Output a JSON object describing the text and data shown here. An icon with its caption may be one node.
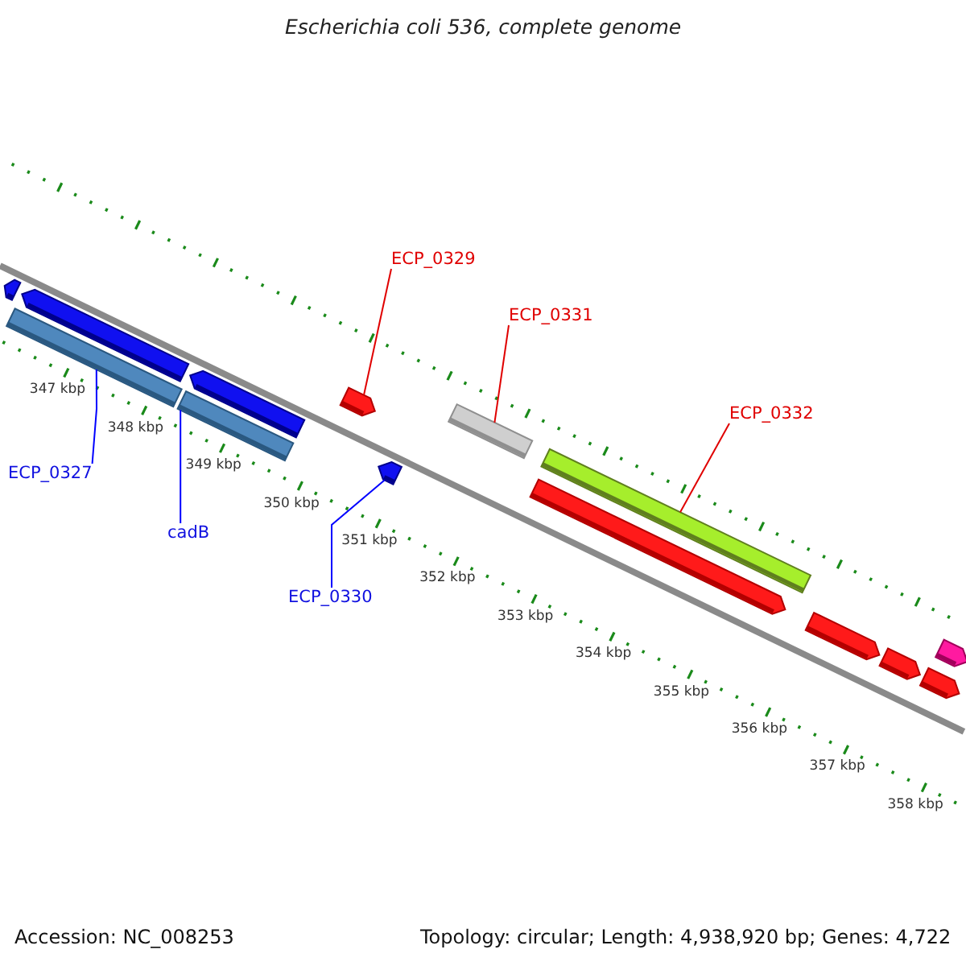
{
  "diagram": {
    "title": "Escherichia coli 536, complete genome",
    "nodes": [
      {
        "text": [
          "ECP_0329"
        ]
      },
      {
        "text": [
          "ECP_0331"
        ]
      },
      {
        "text": [
          "ECP_0332"
        ]
      },
      {
        "text": [
          "ECP_0327"
        ]
      },
      {
        "text": [
          "cadB"
        ]
      },
      {
        "text": [
          "ECP_0330"
        ]
      },
      {
        "text": [],
        "shape": "arrow"
      },
      {
        "text": [],
        "shape": "bar"
      },
      {
        "text": [],
        "shape": "arrow"
      },
      {
        "text": [],
        "shape": "bar"
      },
      {
        "text": [],
        "shape": "arrow"
      },
      {
        "text": [],
        "shape": "arrow"
      },
      {
        "text": [],
        "shape": "arrow"
      },
      {
        "text": [],
        "shape": "bar"
      },
      {
        "text": [],
        "shape": "arrow"
      },
      {
        "text": [],
        "shape": "bar"
      },
      {
        "text": [],
        "shape": "arrow"
      },
      {
        "text": [],
        "shape": "arrow"
      },
      {
        "text": [],
        "shape": "arrow"
      },
      {
        "text": [],
        "shape": "arrow"
      }
    ],
    "edges": [
      {
        "from": 0,
        "to": 11,
        "arrow": "none"
      },
      {
        "from": 1,
        "to": 13,
        "arrow": "none"
      },
      {
        "from": 2,
        "to": 15,
        "arrow": "none"
      },
      {
        "from": 3,
        "to": 7,
        "arrow": "none",
        "color": "#0000ff"
      },
      {
        "from": 4,
        "to": 9,
        "arrow": "none",
        "color": "#0000ff"
      },
      {
        "from": 5,
        "to": 12,
        "arrow": "none",
        "color": "#0000ff"
      }
    ],
    "labels": [
      "347 kbp",
      "348 kbp",
      "349 kbp",
      "350 kbp",
      "351 kbp",
      "352 kbp",
      "353 kbp",
      "354 kbp",
      "355 kbp",
      "356 kbp",
      "357 kbp",
      "358 kbp",
      "Accession: NC_008253",
      "Topology: circular; Length: 4,938,920 bp; Genes: 4,722"
    ]
  }
}
